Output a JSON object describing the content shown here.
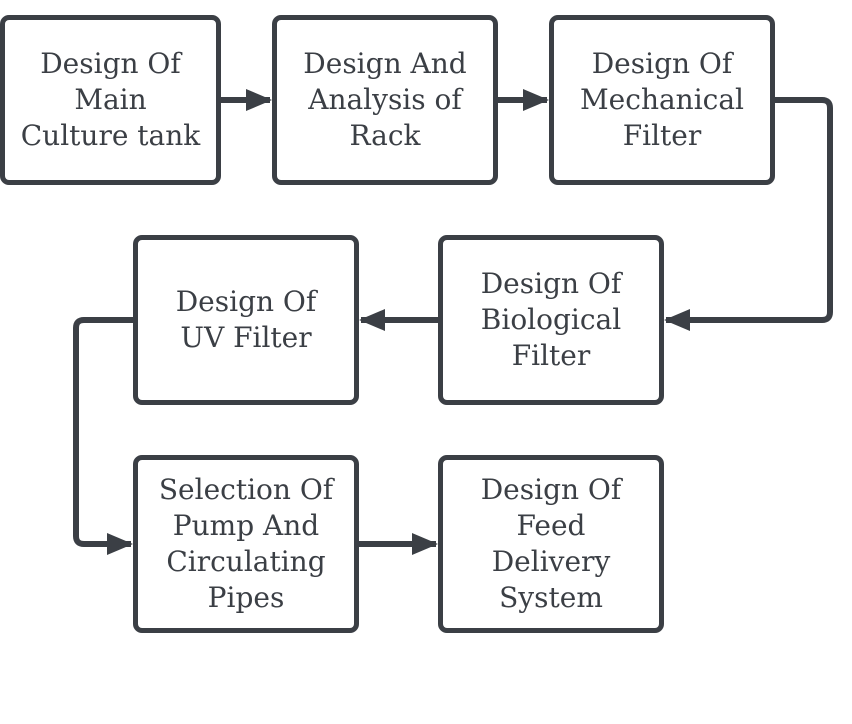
{
  "colors": {
    "stroke": "#3b3f45",
    "text": "#3b3f45",
    "background": "#ffffff"
  },
  "boxes": [
    {
      "id": "main-culture-tank",
      "lines": [
        "Design Of",
        "Main",
        "Culture tank"
      ]
    },
    {
      "id": "rack",
      "lines": [
        "Design And",
        "Analysis of",
        "Rack"
      ]
    },
    {
      "id": "mechanical-filter",
      "lines": [
        "Design Of",
        "Mechanical",
        "Filter"
      ]
    },
    {
      "id": "biological-filter",
      "lines": [
        "Design Of",
        "Biological",
        "Filter"
      ]
    },
    {
      "id": "uv-filter",
      "lines": [
        "Design Of",
        "UV Filter"
      ]
    },
    {
      "id": "pump-pipes",
      "lines": [
        "Selection Of",
        "Pump And",
        "Circulating",
        "Pipes"
      ]
    },
    {
      "id": "feed-delivery",
      "lines": [
        "Design Of",
        "Feed",
        "Delivery",
        "System"
      ]
    }
  ],
  "connections": [
    {
      "from": "main-culture-tank",
      "to": "rack"
    },
    {
      "from": "rack",
      "to": "mechanical-filter"
    },
    {
      "from": "mechanical-filter",
      "to": "biological-filter"
    },
    {
      "from": "biological-filter",
      "to": "uv-filter"
    },
    {
      "from": "uv-filter",
      "to": "pump-pipes"
    },
    {
      "from": "pump-pipes",
      "to": "feed-delivery"
    }
  ]
}
